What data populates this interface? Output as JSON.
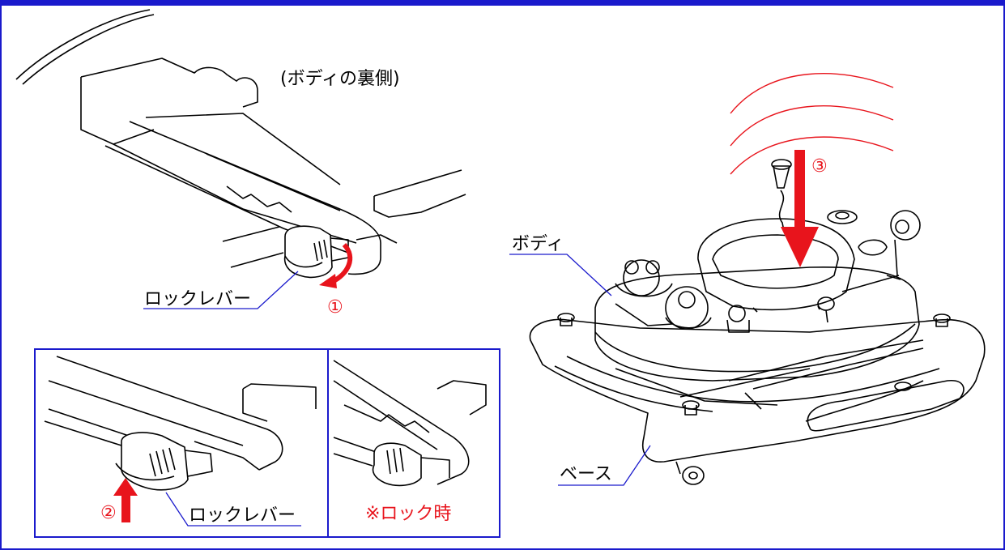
{
  "labels": {
    "body_underside": "(ボディの裏側)",
    "lock_lever_top": "ロックレバー",
    "lock_lever_inset": "ロックレバー",
    "when_locked": "※ロック時",
    "body": "ボディ",
    "base": "ベース"
  },
  "steps": {
    "step1": "①",
    "step2": "②",
    "step3": "③"
  },
  "colors": {
    "frame": "#1a1acc",
    "arrow": "#e8141c",
    "leader": "#1a1acc",
    "line": "#000000"
  }
}
